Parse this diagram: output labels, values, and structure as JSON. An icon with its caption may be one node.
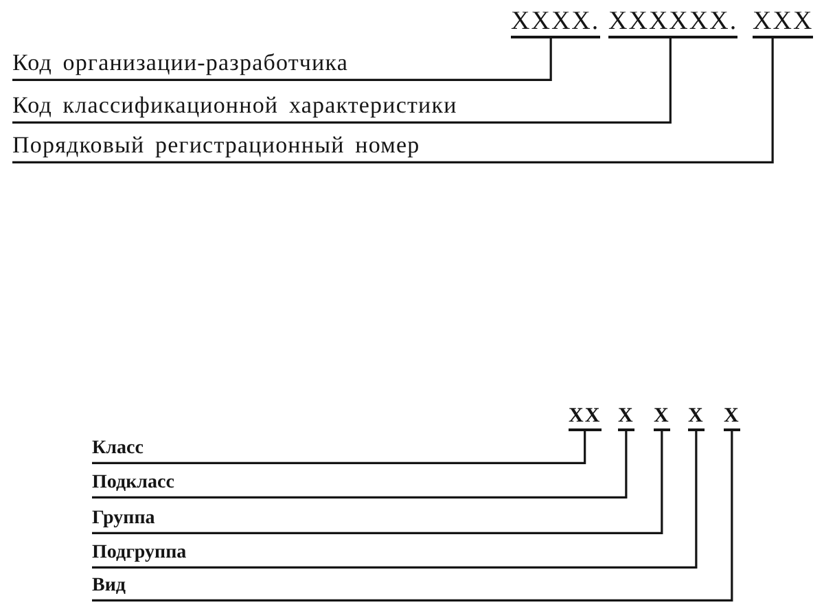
{
  "diagram": {
    "nodes": [
      {
        "text": [
          "ХХХХ."
        ]
      },
      {
        "text": [
          "ХХХХХХ."
        ]
      },
      {
        "text": [
          "ХХХ"
        ]
      },
      {
        "text": [
          "Код организации-разработчика"
        ]
      },
      {
        "text": [
          "Код классификационной характеристики"
        ]
      },
      {
        "text": [
          "Порядковый регистрационный номер"
        ]
      },
      {
        "text": [
          "ХХ"
        ]
      },
      {
        "text": [
          "Х"
        ]
      },
      {
        "text": [
          "Х"
        ]
      },
      {
        "text": [
          "Х"
        ]
      },
      {
        "text": [
          "Х"
        ]
      },
      {
        "text": [
          "Класс"
        ]
      },
      {
        "text": [
          "Подкласс"
        ]
      },
      {
        "text": [
          "Группа"
        ]
      },
      {
        "text": [
          "Подгруппа"
        ]
      },
      {
        "text": [
          "Вид"
        ]
      }
    ],
    "edges": [
      {
        "from": 3,
        "to": 0,
        "arrow": "none"
      },
      {
        "from": 4,
        "to": 1,
        "arrow": "none"
      },
      {
        "from": 5,
        "to": 2,
        "arrow": "none"
      },
      {
        "from": 11,
        "to": 6,
        "arrow": "none"
      },
      {
        "from": 12,
        "to": 7,
        "arrow": "none"
      },
      {
        "from": 13,
        "to": 8,
        "arrow": "none"
      },
      {
        "from": 14,
        "to": 9,
        "arrow": "none"
      },
      {
        "from": 15,
        "to": 10,
        "arrow": "none"
      }
    ]
  }
}
